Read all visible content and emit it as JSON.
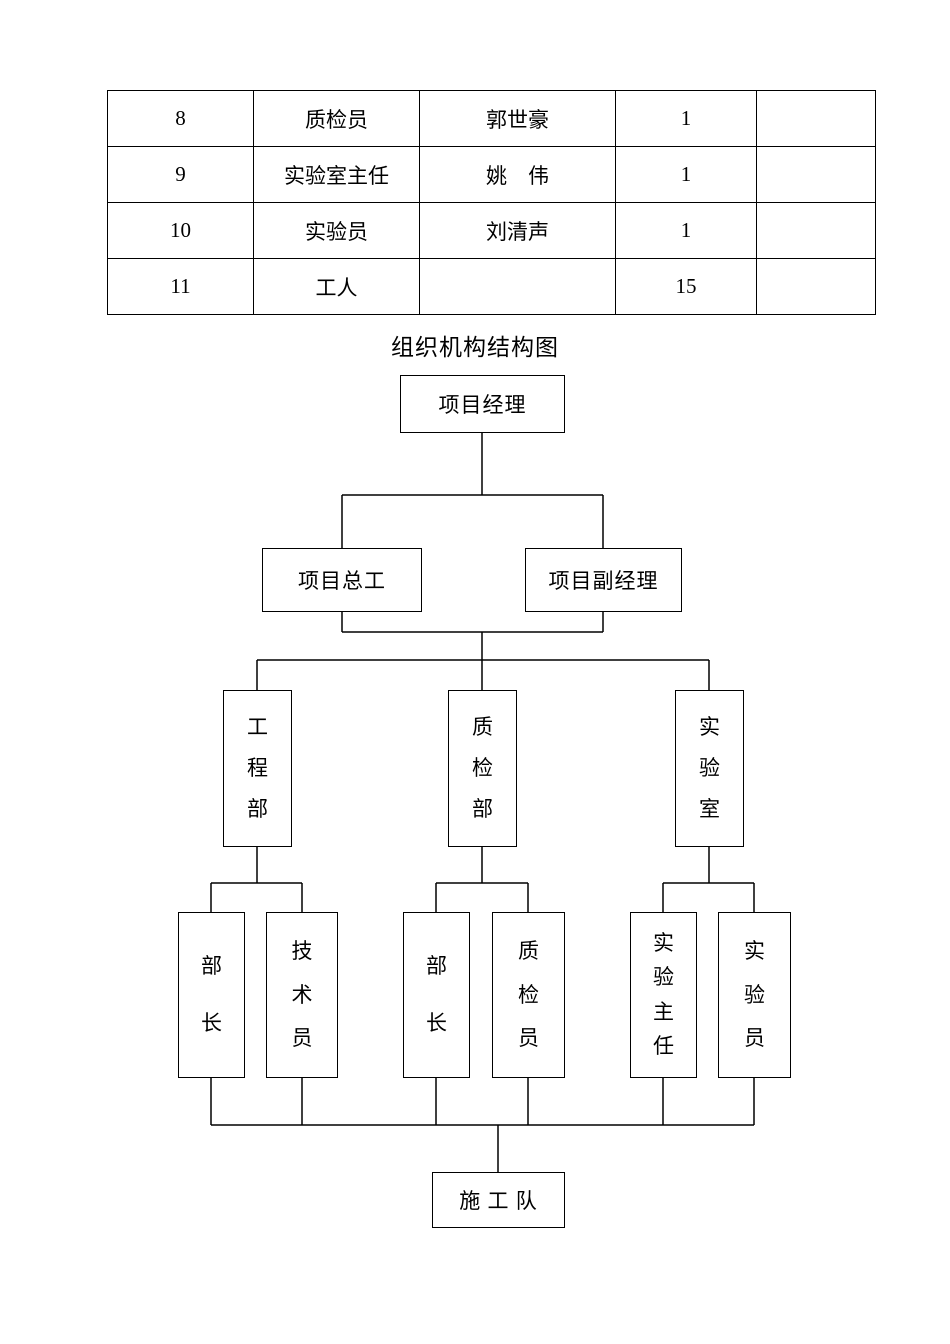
{
  "title": "组织机构结构图",
  "table": {
    "rows": [
      {
        "cells": [
          "8",
          "质检员",
          "郭世豪",
          "1",
          ""
        ]
      },
      {
        "cells": [
          "9",
          "实验室主任",
          "姚　伟",
          "1",
          ""
        ]
      },
      {
        "cells": [
          "10",
          "实验员",
          "刘清声",
          "1",
          ""
        ]
      },
      {
        "cells": [
          "11",
          "工人",
          "",
          "15",
          ""
        ]
      }
    ]
  },
  "org_chart": {
    "nodes": {
      "project_manager": "项目经理",
      "chief_engineer": "项目总工",
      "deputy_manager": "项目副经理",
      "engineering_dept": "工程部",
      "quality_dept": "质检部",
      "laboratory": "实验室",
      "eng_director": "部长",
      "technician": "技术员",
      "qc_director": "部长",
      "qc_inspector": "质检员",
      "lab_chief": "实验主任",
      "lab_tester": "实验员",
      "construction_team": "施 工 队"
    }
  }
}
